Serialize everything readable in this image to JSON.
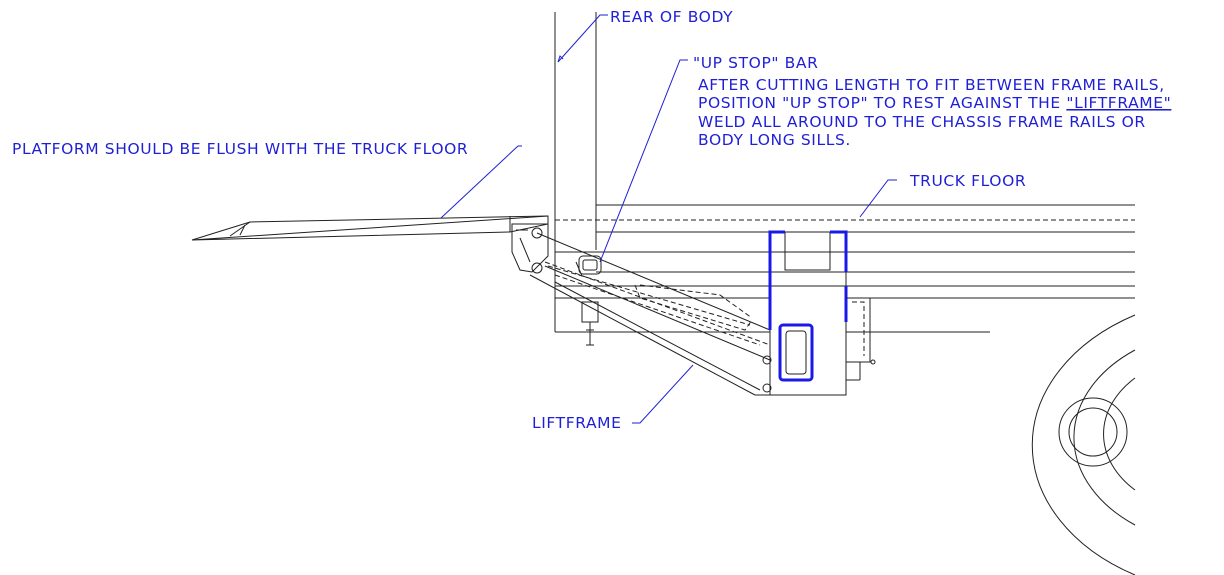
{
  "labels": {
    "rear_of_body": "REAR OF BODY",
    "up_stop_bar": "\"UP STOP\" BAR",
    "note_line1": "AFTER CUTTING LENGTH TO FIT BETWEEN FRAME RAILS,",
    "note_line2_prefix": "POSITION \"UP STOP\" TO REST AGAINST THE ",
    "note_line2_link": "\"LIFTFRAME\"",
    "note_line3": "WELD ALL AROUND TO THE CHASSIS FRAME RAILS OR",
    "note_line4": "BODY LONG SILLS.",
    "platform_note": "PLATFORM SHOULD BE FLUSH WITH THE TRUCK FLOOR",
    "truck_floor": "TRUCK FLOOR",
    "liftframe": "LIFTFRAME"
  },
  "colors": {
    "annotation": "#1f1fd6",
    "weld": "#1a1ae6",
    "linework": "#222222"
  }
}
